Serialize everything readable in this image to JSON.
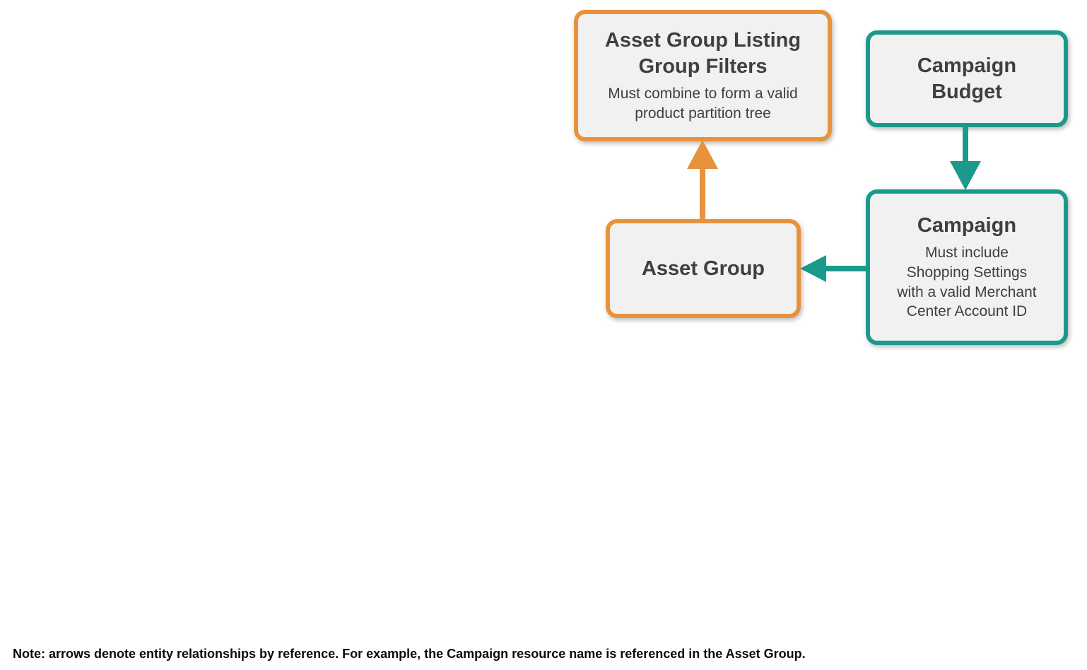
{
  "diagram": {
    "nodes": [
      {
        "id": "asset-group-listing-group-filters",
        "title": "Asset Group Listing\nGroup Filters",
        "subtitle": "Must combine to form a valid\nproduct partition tree",
        "accent_color": "#E8923C"
      },
      {
        "id": "campaign-budget",
        "title": "Campaign\nBudget",
        "subtitle": "",
        "accent_color": "#1B998A"
      },
      {
        "id": "asset-group",
        "title": "Asset Group",
        "subtitle": "",
        "accent_color": "#E8923C"
      },
      {
        "id": "campaign",
        "title": "Campaign",
        "subtitle": "Must include\nShopping Settings\nwith a valid Merchant\nCenter Account ID",
        "accent_color": "#1B998A"
      }
    ],
    "arrows": [
      {
        "from": "asset-group",
        "to": "asset-group-listing-group-filters",
        "direction": "up",
        "color": "#E8923C"
      },
      {
        "from": "campaign-budget",
        "to": "campaign",
        "direction": "down",
        "color": "#1B998A"
      },
      {
        "from": "campaign",
        "to": "asset-group",
        "direction": "left",
        "color": "#1B998A"
      }
    ],
    "colors": {
      "orange_accent": "#E8923C",
      "teal_accent": "#1B998A",
      "node_background": "#F1F1F2",
      "node_text": "#3C4043",
      "note_text": "#0b0b0b",
      "page_background": "#ffffff"
    }
  },
  "note": "Note: arrows denote entity relationships by reference. For example, the Campaign resource name is referenced in the Asset Group."
}
